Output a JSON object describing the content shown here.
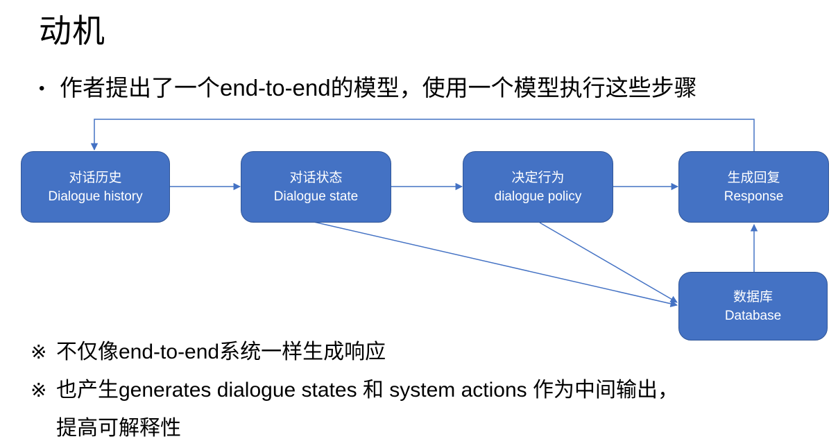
{
  "slide": {
    "title": "动机",
    "bullet": {
      "marker": "•",
      "text": "作者提出了一个end-to-end的模型，使用一个模型执行这些步骤"
    }
  },
  "diagram": {
    "nodes": [
      {
        "zh": "对话历史",
        "en": "Dialogue history"
      },
      {
        "zh": "对话状态",
        "en": "Dialogue state"
      },
      {
        "zh": "决定行为",
        "en": "dialogue policy"
      },
      {
        "zh": "生成回复",
        "en": "Response"
      },
      {
        "zh": "数据库",
        "en": "Database"
      }
    ],
    "connectors": [
      {
        "from": "Dialogue history",
        "to": "Dialogue state"
      },
      {
        "from": "Dialogue state",
        "to": "dialogue policy"
      },
      {
        "from": "dialogue policy",
        "to": "Response"
      },
      {
        "from": "Response",
        "to": "Dialogue history",
        "route": "top-feedback-loop"
      },
      {
        "from": "Dialogue state",
        "to": "Database"
      },
      {
        "from": "dialogue policy",
        "to": "Database"
      },
      {
        "from": "Database",
        "to": "Response"
      }
    ],
    "colors": {
      "node_fill": "#4472C4",
      "node_border": "#2F5597",
      "node_text": "#FFFFFF",
      "connector": "#4472C4"
    }
  },
  "notes": {
    "marker": "※",
    "lines": [
      "不仅像end-to-end系统一样生成响应",
      "也产生generates dialogue states 和 system actions 作为中间输出，",
      "提高可解释性"
    ]
  }
}
